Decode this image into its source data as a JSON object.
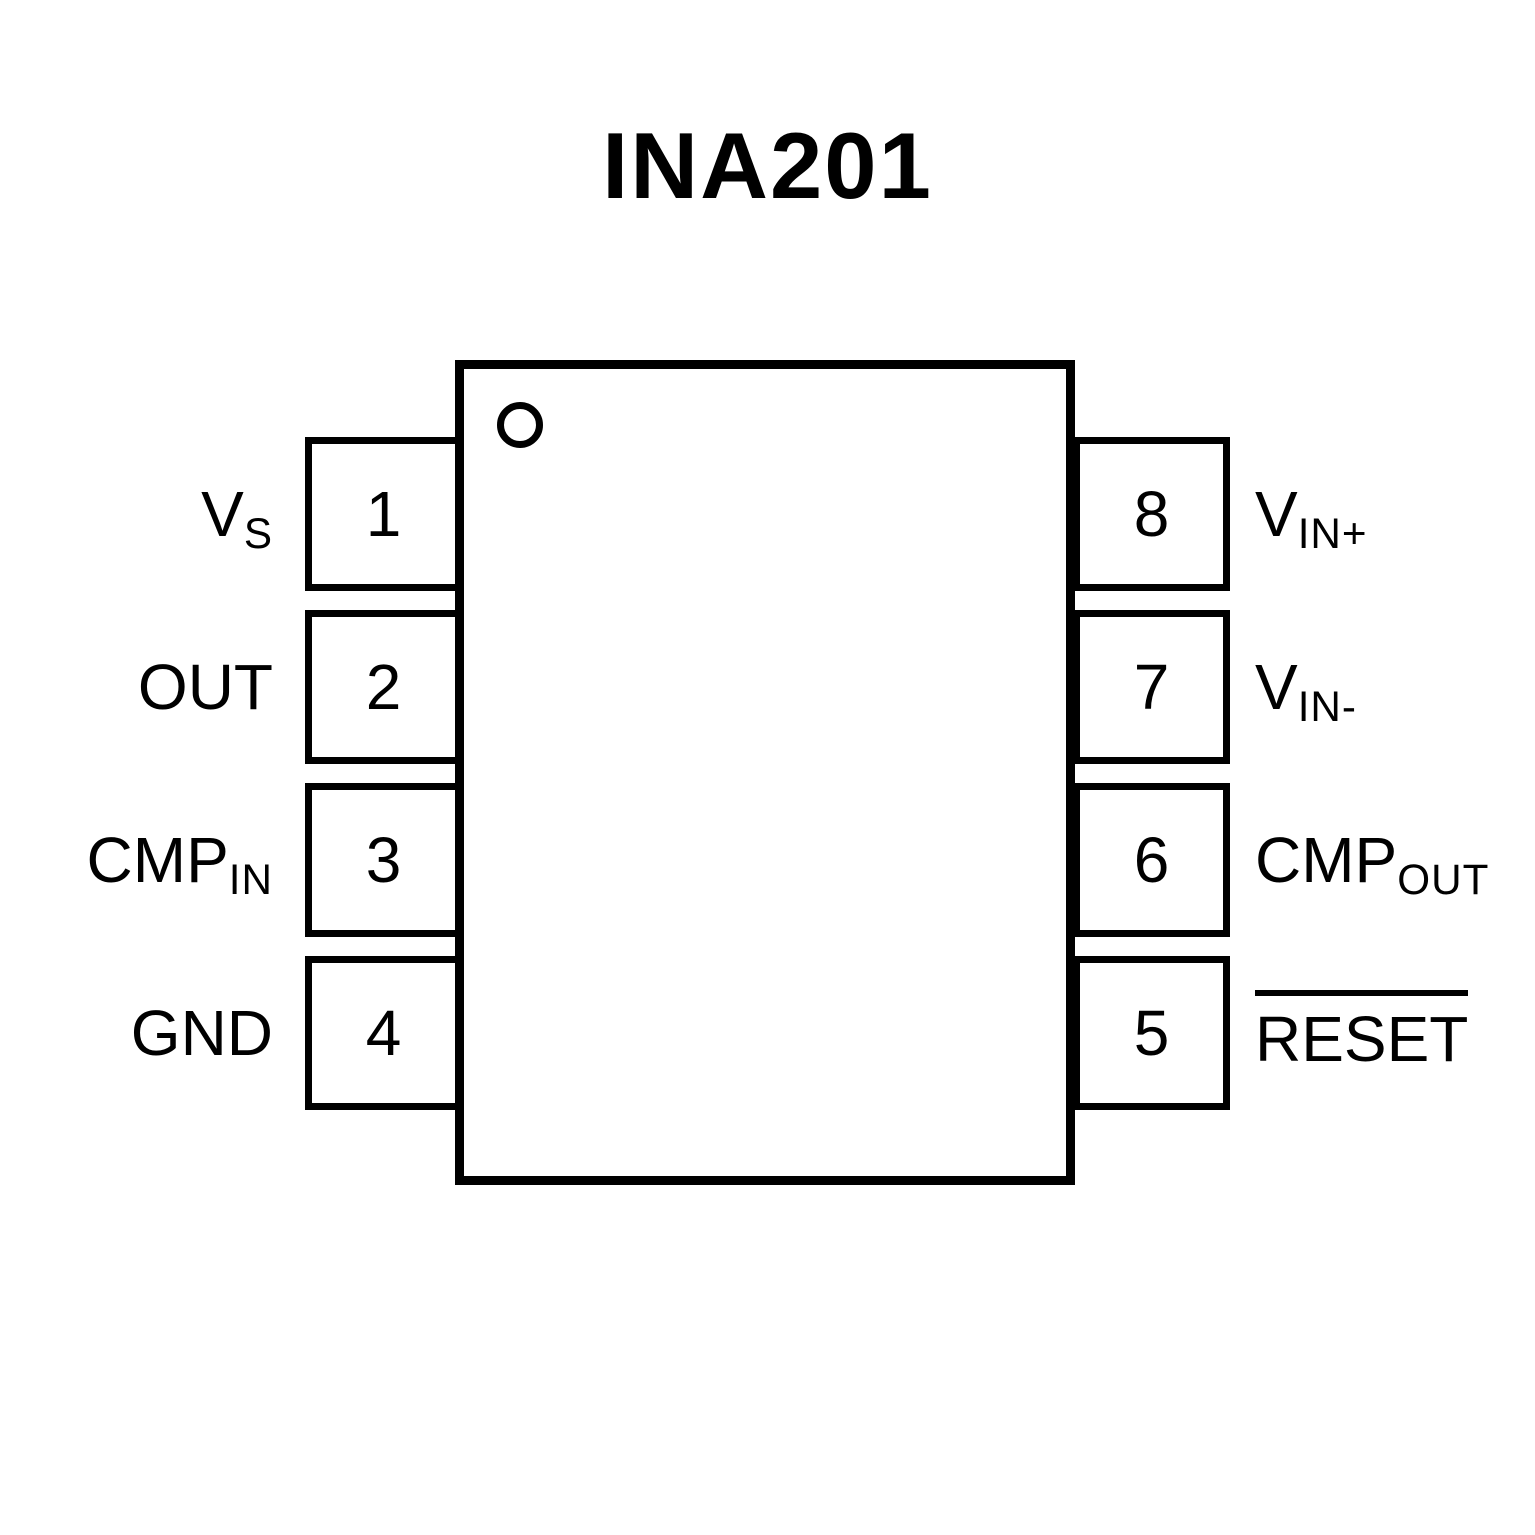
{
  "title": "INA201",
  "colors": {
    "line": "#000000",
    "background": "#ffffff"
  },
  "chip": {
    "pin1_indicator": "circle"
  },
  "pins": {
    "left": [
      {
        "number": "1",
        "label_main": "V",
        "label_sub": "S"
      },
      {
        "number": "2",
        "label_main": "OUT",
        "label_sub": ""
      },
      {
        "number": "3",
        "label_main": "CMP",
        "label_sub": "IN"
      },
      {
        "number": "4",
        "label_main": "GND",
        "label_sub": ""
      }
    ],
    "right": [
      {
        "number": "8",
        "label_main": "V",
        "label_sub": "IN+",
        "overline": false
      },
      {
        "number": "7",
        "label_main": "V",
        "label_sub": "IN-",
        "overline": false
      },
      {
        "number": "6",
        "label_main": "CMP",
        "label_sub": "OUT",
        "overline": false
      },
      {
        "number": "5",
        "label_main": "RESET",
        "label_sub": "",
        "overline": true
      }
    ]
  }
}
